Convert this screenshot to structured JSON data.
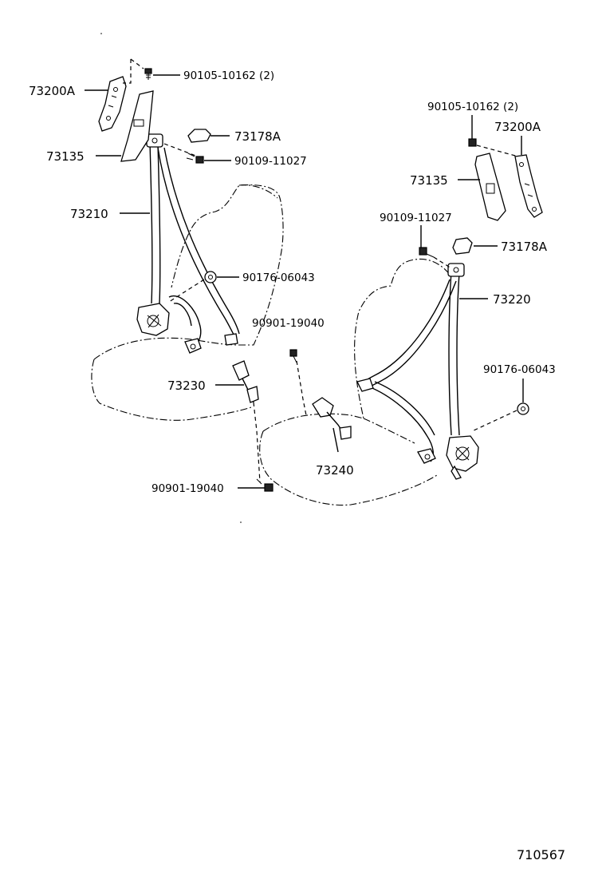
{
  "labels": {
    "l_73200A": "73200A",
    "l_90105_left": "90105-10162 (2)",
    "l_73178A_left": "73178A",
    "l_73135_left": "73135",
    "l_90109_left": "90109-11027",
    "l_73210": "73210",
    "l_90176_left": "90176-06043",
    "l_90901_mid": "90901-19040",
    "l_73230": "73230",
    "l_90901_bottom": "90901-19040",
    "l_90105_right": "90105-10162 (2)",
    "l_73200A_right": "73200A",
    "l_73135_right": "73135",
    "l_90109_right": "90109-11027",
    "l_73178A_right": "73178A",
    "l_73220": "73220",
    "l_90176_right": "90176-06043",
    "l_73240": "73240"
  },
  "diagram_ref": "710567"
}
